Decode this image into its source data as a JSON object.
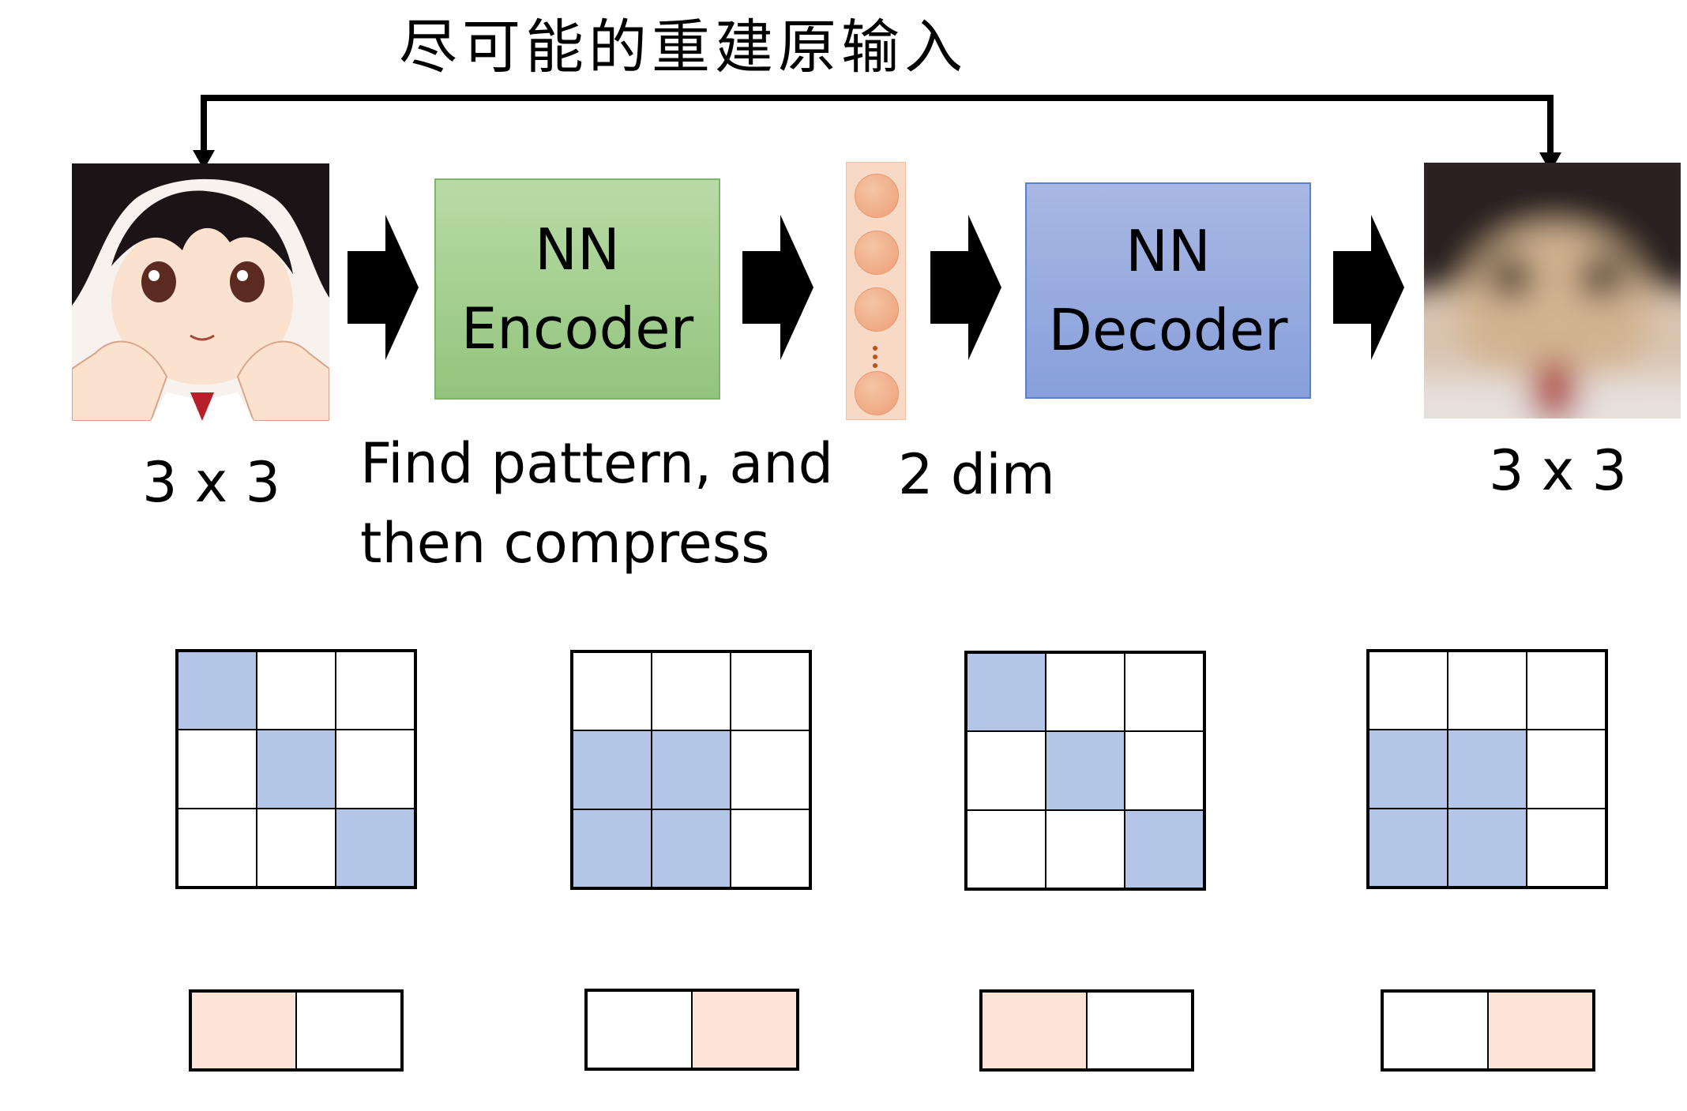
{
  "title": "尽可能的重建原输入",
  "encoder": {
    "line1": "NN",
    "line2": "Encoder"
  },
  "decoder": {
    "line1": "NN",
    "line2": "Decoder"
  },
  "labels": {
    "input_size": "3 x 3",
    "encoder_caption_line1": "Find pattern, and",
    "encoder_caption_line2": "then compress",
    "code_dim": "2 dim",
    "output_size": "3 x 3"
  },
  "colors": {
    "encoder": "#93c47d",
    "decoder": "#879fdb",
    "grid_on": "#b4c6e7",
    "code_on": "#fbe3d5",
    "node": "#ec9f78"
  },
  "grids_3x3": [
    [
      1,
      0,
      0,
      0,
      1,
      0,
      0,
      0,
      1
    ],
    [
      0,
      0,
      0,
      1,
      1,
      0,
      1,
      1,
      0
    ],
    [
      1,
      0,
      0,
      0,
      1,
      0,
      0,
      0,
      1
    ],
    [
      0,
      0,
      0,
      1,
      1,
      0,
      1,
      1,
      0
    ]
  ],
  "grids_2": [
    [
      1,
      0
    ],
    [
      0,
      1
    ],
    [
      1,
      0
    ],
    [
      0,
      1
    ]
  ]
}
